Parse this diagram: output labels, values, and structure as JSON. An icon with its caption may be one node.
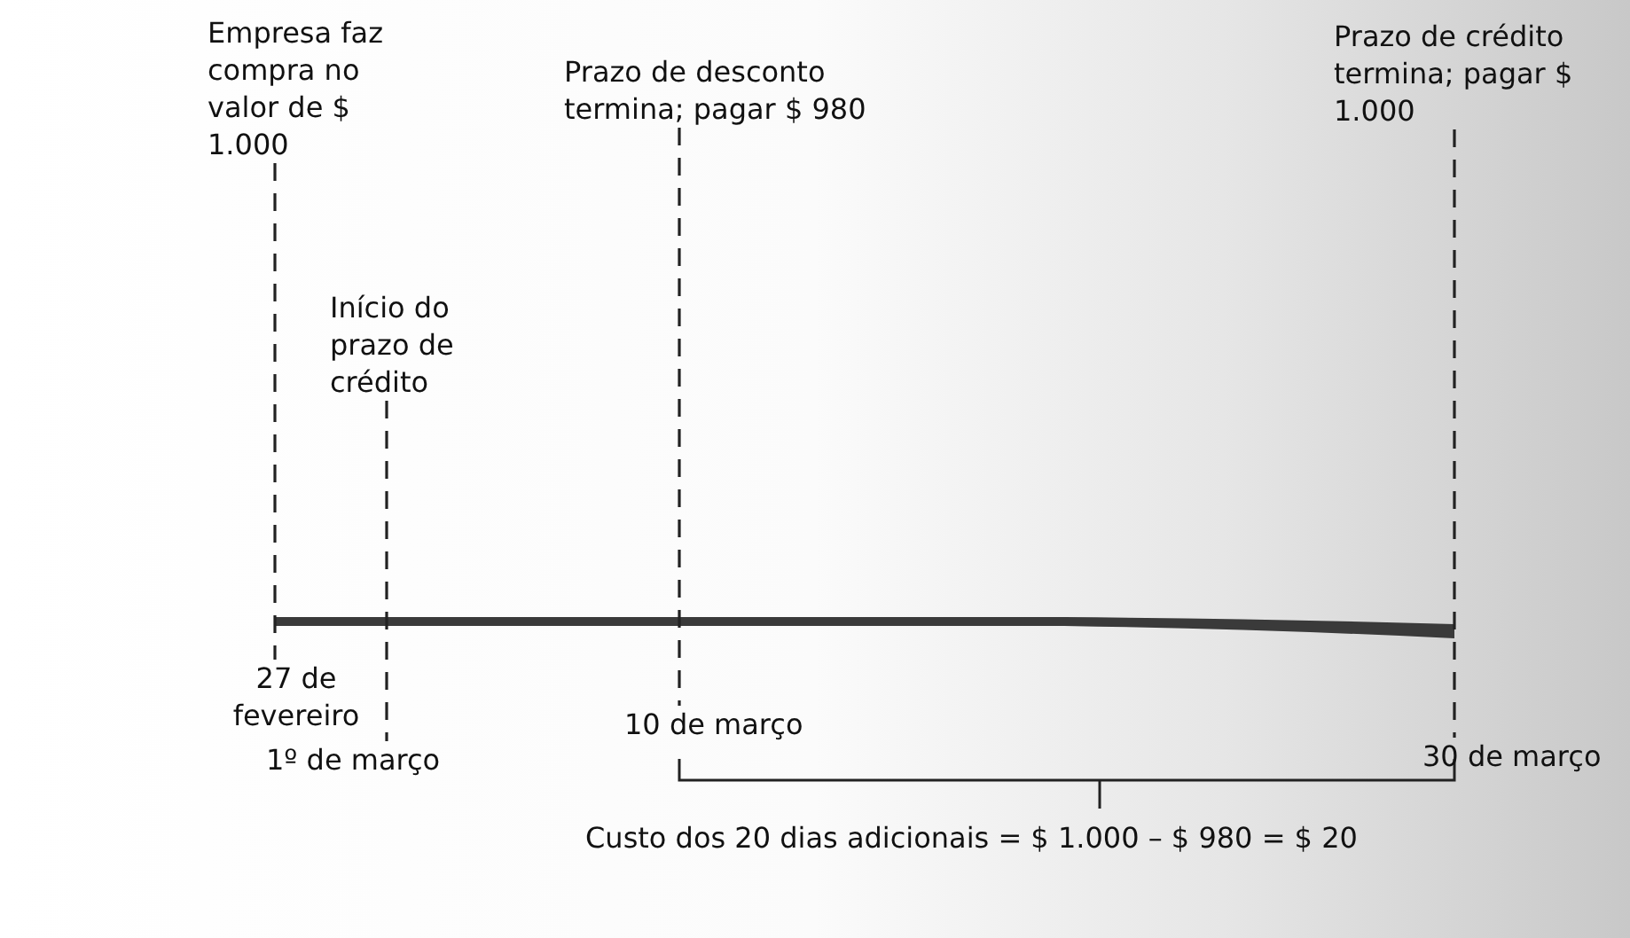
{
  "diagram": {
    "nodes": [
      {
        "text": [
          "Empresa faz compra no valor de $ 1.000"
        ]
      },
      {
        "text": [
          "Início do prazo de crédito"
        ]
      },
      {
        "text": [
          "Prazo de desconto termina; pagar $ 980"
        ]
      },
      {
        "text": [
          "Prazo de crédito termina; pagar $ 1.000"
        ]
      },
      {
        "text": [
          "27 de fevereiro"
        ]
      },
      {
        "text": [
          "1º de março"
        ]
      },
      {
        "text": [
          "10 de março"
        ]
      },
      {
        "text": [
          "30 de março"
        ]
      }
    ],
    "edges": [
      {
        "from": 0,
        "to": 4,
        "arrow": "none",
        "style": "dashed"
      },
      {
        "from": 1,
        "to": 5,
        "arrow": "none",
        "style": "dashed"
      },
      {
        "from": 2,
        "to": 6,
        "arrow": "none",
        "style": "dashed"
      },
      {
        "from": 3,
        "to": 7,
        "arrow": "none",
        "style": "dashed"
      }
    ],
    "labels": [
      "Custo dos 20 dias adicionais = $ 1.000 – $ 980 = $ 20"
    ]
  }
}
